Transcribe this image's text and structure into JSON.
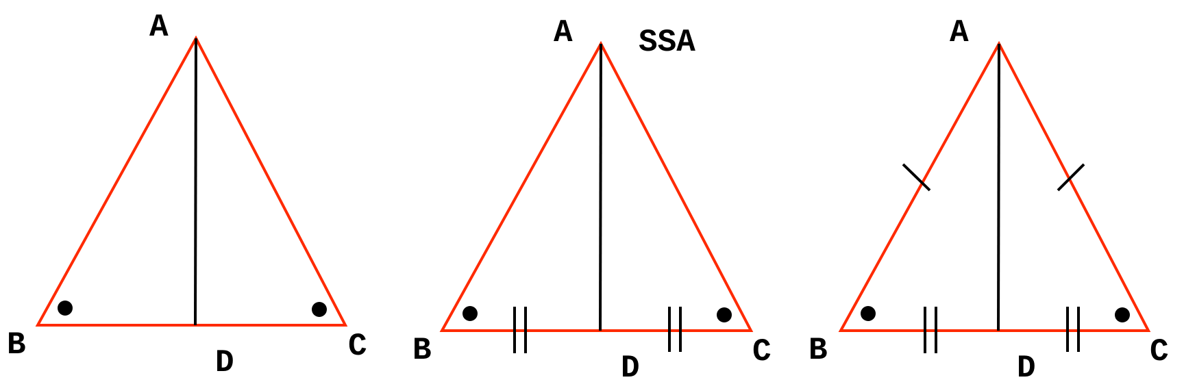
{
  "figures": [
    {
      "labels": {
        "A": "A",
        "B": "B",
        "C": "C",
        "D": "D"
      },
      "annotation": ""
    },
    {
      "labels": {
        "A": "A",
        "B": "B",
        "C": "C",
        "D": "D"
      },
      "annotation": "SSA"
    },
    {
      "labels": {
        "A": "A",
        "B": "B",
        "C": "C",
        "D": "D"
      },
      "annotation": ""
    }
  ],
  "colors": {
    "triangle": "#ff2a00",
    "segment": "#000000"
  }
}
